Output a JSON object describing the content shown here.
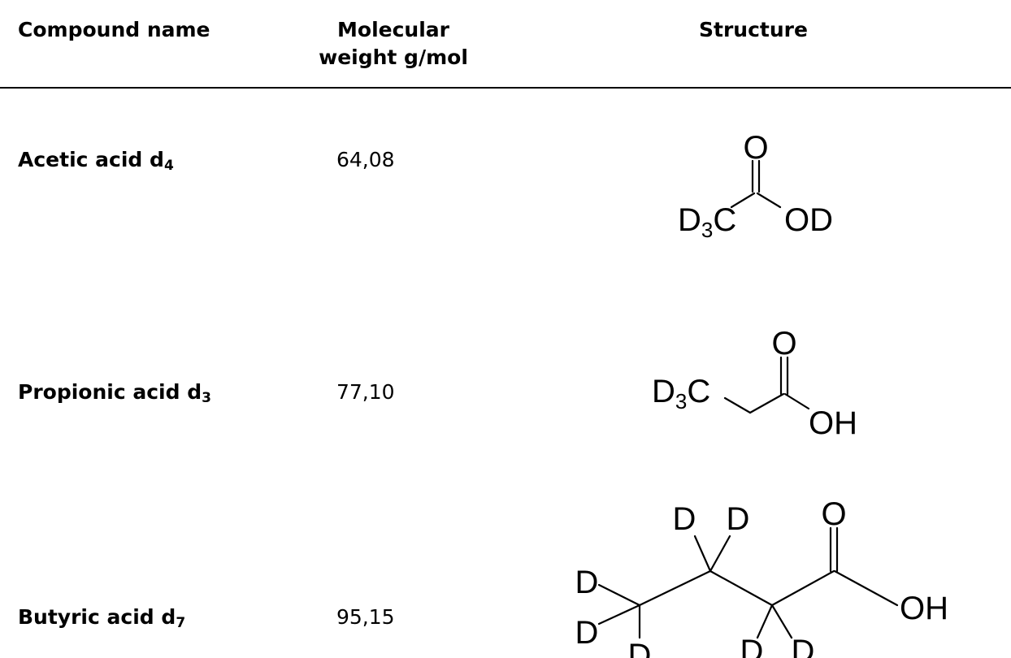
{
  "table": {
    "headers": {
      "compound_name": "Compound name",
      "molecular_weight_line1": "Molecular",
      "molecular_weight_line2": "weight g/mol",
      "structure": "Structure"
    },
    "rows": [
      {
        "name": "Acetic acid",
        "subscript": "4",
        "mw": "64,08",
        "structure": {
          "top": "O",
          "left_group": "D",
          "left_sub": "3",
          "left_tail": "C",
          "right_group": "OD"
        }
      },
      {
        "name": "Propionic acid",
        "subscript": "3",
        "mw": "77,10",
        "structure": {
          "top": "O",
          "left_group": "D",
          "left_sub": "3",
          "left_tail": "C",
          "right_group": "OH"
        }
      },
      {
        "name": "Butyric acid",
        "subscript": "7",
        "mw": "95,15",
        "structure": {
          "top": "O",
          "d_label": "D",
          "right_group": "OH"
        }
      }
    ]
  }
}
